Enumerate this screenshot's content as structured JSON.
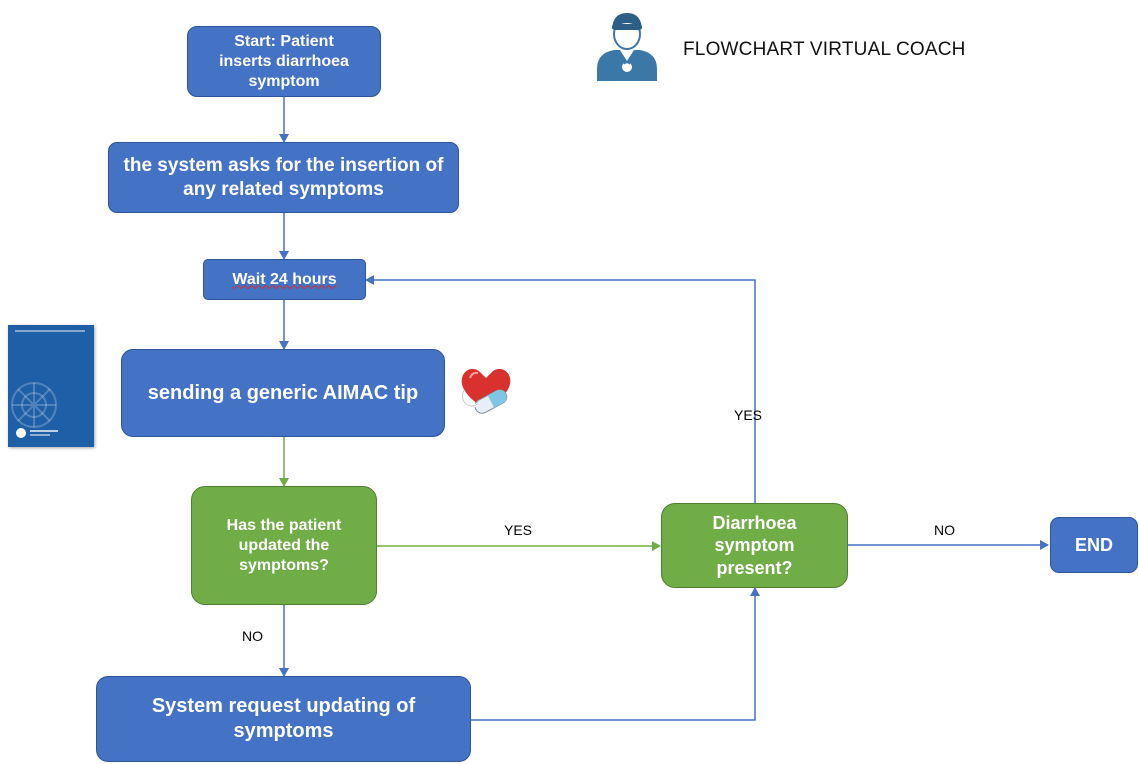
{
  "header": {
    "title": "FLOWCHART VIRTUAL COACH",
    "coach_icon": "doctor-avatar-icon"
  },
  "nodes": {
    "start": "Start: Patient inserts diarrhoea symptom",
    "ask_related": "the system asks for the insertion of any related symptoms",
    "wait": "Wait 24 hours",
    "send_tip": "sending a generic AIMAC tip",
    "updated_decision": "Has the patient updated the symptoms?",
    "present_decision": "Diarrhoea symptom present?",
    "request_update": "System request updating of symptoms",
    "end": "END"
  },
  "edge_labels": {
    "updated_yes": "YES",
    "updated_no": "NO",
    "present_yes": "YES",
    "present_no": "NO"
  },
  "icons": {
    "tip_icon": "heart-pill-icon",
    "booklet_icon": "aimac-booklet-icon"
  },
  "colors": {
    "process_fill": "#4472c4",
    "decision_fill": "#70ad47",
    "arrow_blue": "#4472c4",
    "arrow_green": "#70ad47"
  }
}
